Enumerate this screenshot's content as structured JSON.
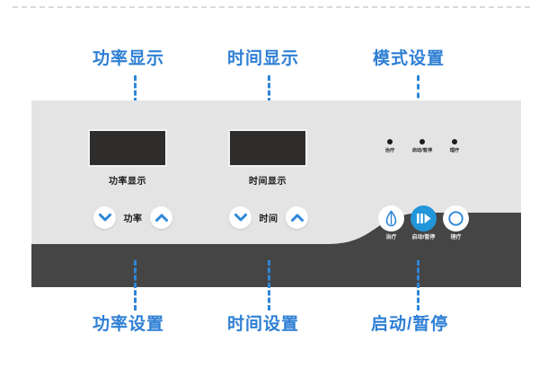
{
  "annotations": {
    "top": [
      {
        "text": "功率显示",
        "name": "annotation-power-display"
      },
      {
        "text": "时间显示",
        "name": "annotation-time-display"
      },
      {
        "text": "模式设置",
        "name": "annotation-mode-setting"
      }
    ],
    "bottom": [
      {
        "text": "功率设置",
        "name": "annotation-power-setting"
      },
      {
        "text": "时间设置",
        "name": "annotation-time-setting"
      },
      {
        "text": "启动/暂停",
        "name": "annotation-start-pause"
      }
    ]
  },
  "panel": {
    "displays": [
      {
        "caption": "功率显示",
        "value": ""
      },
      {
        "caption": "时间显示",
        "value": ""
      }
    ],
    "leds": [
      {
        "label": "治疗"
      },
      {
        "label": "启动/暂停"
      },
      {
        "label": "理疗"
      }
    ],
    "steppers": [
      {
        "label": "功率",
        "down_icon": "chevron-down-icon",
        "up_icon": "chevron-up-icon"
      },
      {
        "label": "时间",
        "down_icon": "chevron-down-icon",
        "up_icon": "chevron-up-icon"
      }
    ],
    "mode_buttons": [
      {
        "label": "治疗",
        "icon": "leaf-icon",
        "active": false
      },
      {
        "label": "启动/暂停",
        "icon": "play-pause-icon",
        "active": true
      },
      {
        "label": "理疗",
        "icon": "ring-icon",
        "active": false
      }
    ]
  },
  "colors": {
    "accent_blue": "#2e7fd4",
    "button_blue": "#2196d9",
    "panel_light": "#e4e4e4",
    "panel_dark": "#454545",
    "lcd_dark": "#2f2d2c"
  }
}
